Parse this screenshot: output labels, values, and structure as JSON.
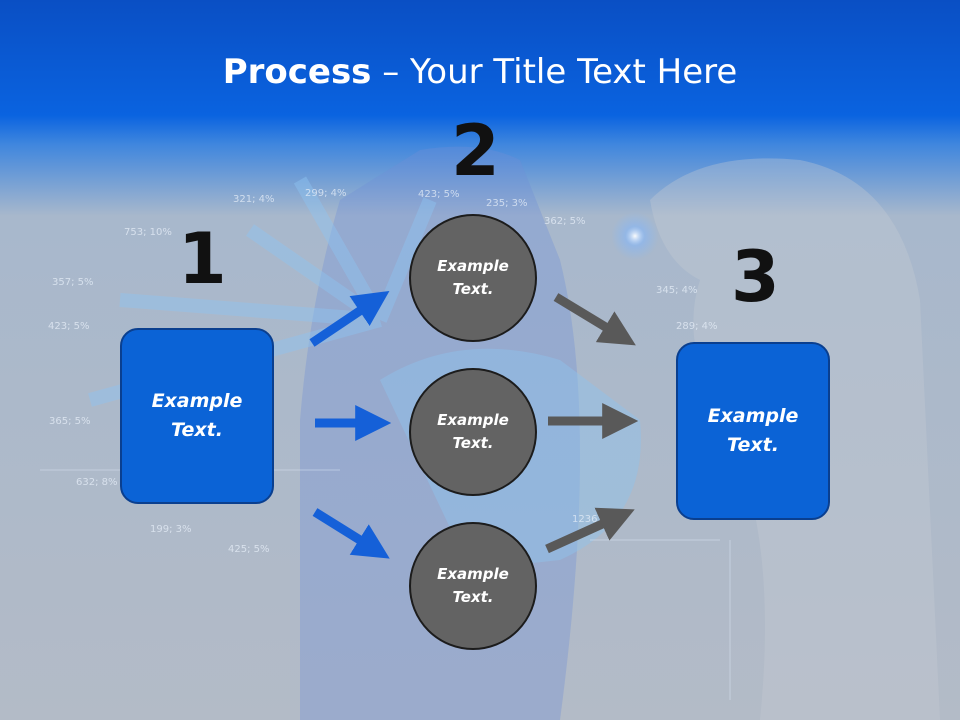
{
  "slide": {
    "title_bold": "Process",
    "title_rest": " – Your Title Text Here",
    "step_numbers": [
      "1",
      "2",
      "3"
    ],
    "left_box": "Example Text.",
    "right_box": "Example Text.",
    "circles": [
      "Example Text.",
      "Example Text.",
      "Example Text."
    ]
  },
  "background_numbers": [
    "321; 4%",
    "299; 4%",
    "423; 5%",
    "235; 3%",
    "753; 10%",
    "362; 5%",
    "357; 5%",
    "423; 5%",
    "345; 4%",
    "289; 4%",
    "365; 5%",
    "632; 8%",
    "199; 3%",
    "425; 5%",
    "1236"
  ],
  "colors": {
    "header_blue": "#0a5fd8",
    "box_blue": "#0b63d6",
    "arrow_blue": "#1560d8",
    "circle_gray": "#636363",
    "arrow_gray": "#595959"
  }
}
